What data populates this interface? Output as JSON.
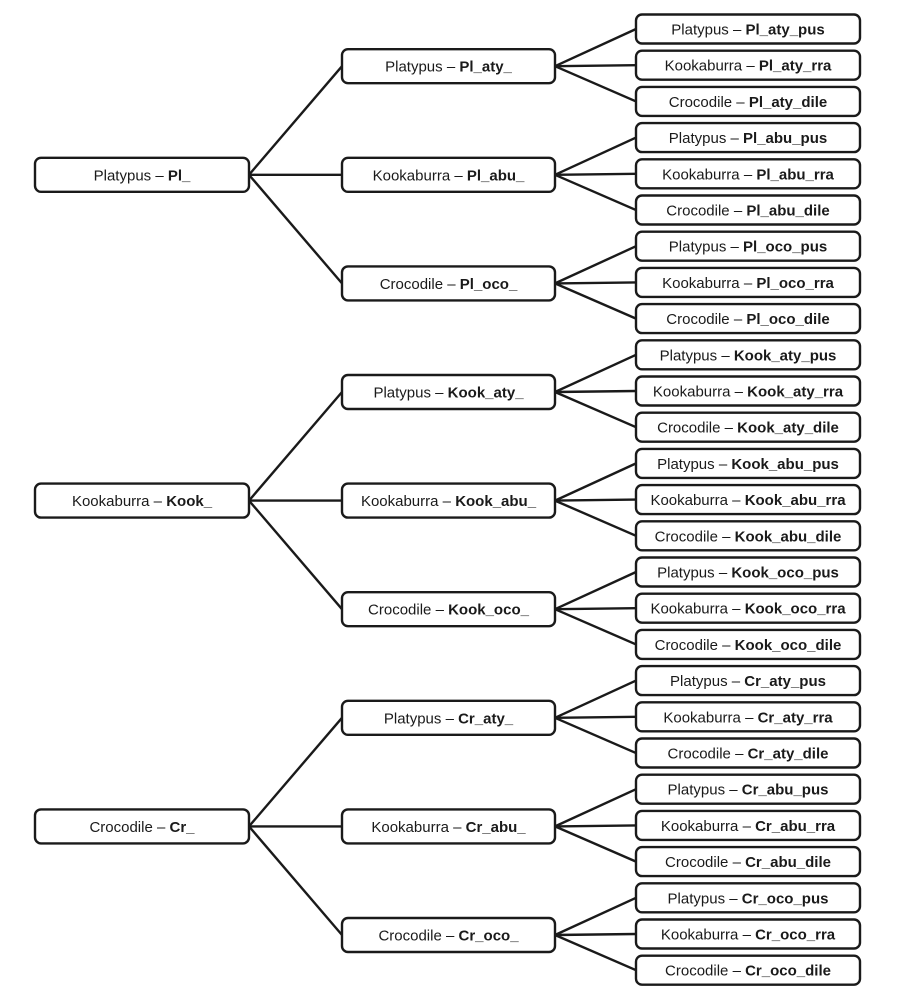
{
  "tree": {
    "separator": " – ",
    "roots": [
      {
        "animal": "Platypus",
        "code": "Pl_",
        "children": [
          {
            "animal": "Platypus",
            "code": "Pl_aty_",
            "children": [
              {
                "animal": "Platypus",
                "code": "Pl_aty_pus"
              },
              {
                "animal": "Kookaburra",
                "code": "Pl_aty_rra"
              },
              {
                "animal": "Crocodile",
                "code": "Pl_aty_dile"
              }
            ]
          },
          {
            "animal": "Kookaburra",
            "code": "Pl_abu_",
            "children": [
              {
                "animal": "Platypus",
                "code": "Pl_abu_pus"
              },
              {
                "animal": "Kookaburra",
                "code": "Pl_abu_rra"
              },
              {
                "animal": "Crocodile",
                "code": "Pl_abu_dile"
              }
            ]
          },
          {
            "animal": "Crocodile",
            "code": "Pl_oco_",
            "children": [
              {
                "animal": "Platypus",
                "code": "Pl_oco_pus"
              },
              {
                "animal": "Kookaburra",
                "code": "Pl_oco_rra"
              },
              {
                "animal": "Crocodile",
                "code": "Pl_oco_dile"
              }
            ]
          }
        ]
      },
      {
        "animal": "Kookaburra",
        "code": "Kook_",
        "children": [
          {
            "animal": "Platypus",
            "code": "Kook_aty_",
            "children": [
              {
                "animal": "Platypus",
                "code": "Kook_aty_pus"
              },
              {
                "animal": "Kookaburra",
                "code": "Kook_aty_rra"
              },
              {
                "animal": "Crocodile",
                "code": "Kook_aty_dile"
              }
            ]
          },
          {
            "animal": "Kookaburra",
            "code": "Kook_abu_",
            "children": [
              {
                "animal": "Platypus",
                "code": "Kook_abu_pus"
              },
              {
                "animal": "Kookaburra",
                "code": "Kook_abu_rra"
              },
              {
                "animal": "Crocodile",
                "code": "Kook_abu_dile"
              }
            ]
          },
          {
            "animal": "Crocodile",
            "code": "Kook_oco_",
            "children": [
              {
                "animal": "Platypus",
                "code": "Kook_oco_pus"
              },
              {
                "animal": "Kookaburra",
                "code": "Kook_oco_rra"
              },
              {
                "animal": "Crocodile",
                "code": "Kook_oco_dile"
              }
            ]
          }
        ]
      },
      {
        "animal": "Crocodile",
        "code": "Cr_",
        "children": [
          {
            "animal": "Platypus",
            "code": "Cr_aty_",
            "children": [
              {
                "animal": "Platypus",
                "code": "Cr_aty_pus"
              },
              {
                "animal": "Kookaburra",
                "code": "Cr_aty_rra"
              },
              {
                "animal": "Crocodile",
                "code": "Cr_aty_dile"
              }
            ]
          },
          {
            "animal": "Kookaburra",
            "code": "Cr_abu_",
            "children": [
              {
                "animal": "Platypus",
                "code": "Cr_abu_pus"
              },
              {
                "animal": "Kookaburra",
                "code": "Cr_abu_rra"
              },
              {
                "animal": "Crocodile",
                "code": "Cr_abu_dile"
              }
            ]
          },
          {
            "animal": "Crocodile",
            "code": "Cr_oco_",
            "children": [
              {
                "animal": "Platypus",
                "code": "Cr_oco_pus"
              },
              {
                "animal": "Kookaburra",
                "code": "Cr_oco_rra"
              },
              {
                "animal": "Crocodile",
                "code": "Cr_oco_dile"
              }
            ]
          }
        ]
      }
    ]
  },
  "colors": {
    "stroke": "#1a1a1a",
    "fill": "#ffffff",
    "text": "#1a1a1a"
  }
}
